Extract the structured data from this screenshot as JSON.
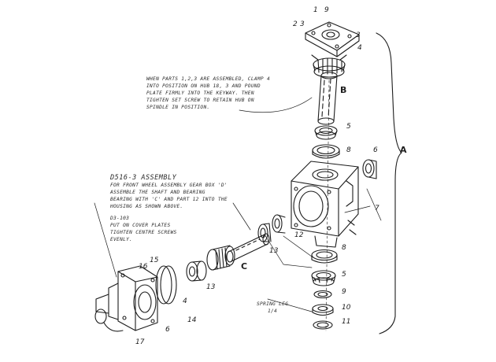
{
  "callouts": {
    "c1": "1",
    "c9_top": "9",
    "c2": "2",
    "c3_top": "3",
    "c3_right": "3",
    "c4": "4",
    "cA": "A",
    "cB": "B",
    "cC": "C",
    "c5_top": "5",
    "c8_top": "8",
    "c6": "6",
    "c7": "7",
    "c8_bot": "8",
    "c5_bot": "5",
    "c9_bot": "9",
    "c10": "10",
    "c11": "11",
    "c12": "12",
    "c13_mid": "13",
    "c13_low": "13",
    "c16": "16",
    "c15": "15",
    "c14": "14",
    "c17": "17",
    "c6_low": "6",
    "c4_low": "4"
  },
  "notes": {
    "top": [
      "WHEN PARTS 1,2,3 ARE ASSEMBLED, CLAMP 4",
      "INTO POSITION ON HUB 18, 3 AND POUND",
      "PLATE FIRMLY INTO THE KEYWAY. THEN",
      "TIGHTEN SET SCREW TO RETAIN HUB ON",
      "SPINDLE IN POSITION."
    ],
    "left_heading": "D516-3 ASSEMBLY",
    "left": [
      "FOR FRONT WHEEL ASSEMBLY GEAR BOX 'D'",
      "ASSEMBLE THE SHAFT AND BEARING",
      "BEARING WITH 'C' AND PART 12 INTO THE",
      "HOUSING AS SHOWN ABOVE."
    ],
    "left_sub_heading": "D3-103",
    "left_sub": [
      "PUT ON COVER PLATES",
      "TIGHTEN CENTRE SCREWS",
      "EVENLY."
    ],
    "bottom": [
      "SPRING LEG",
      "1/4"
    ]
  }
}
